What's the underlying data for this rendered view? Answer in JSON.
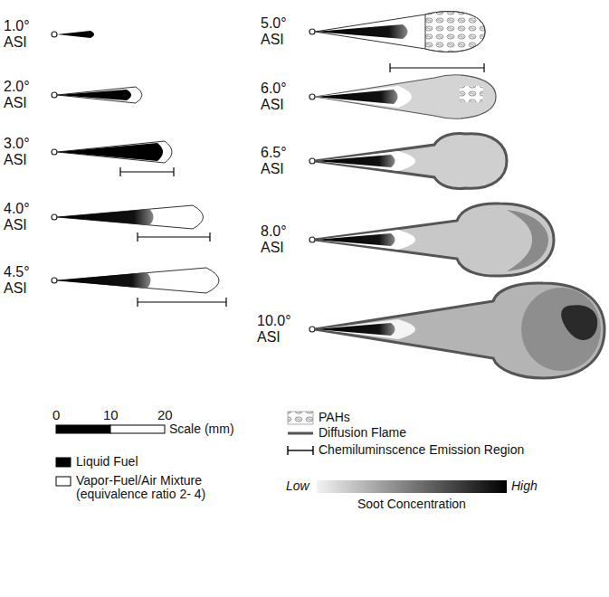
{
  "diagram": {
    "labels": [
      "1.0° ASI",
      "2.0° ASI",
      "3.0° ASI",
      "4.0° ASI",
      "4.5° ASI",
      "5.0° ASI",
      "6.0° ASI",
      "6.5° ASI",
      "8.0° ASI",
      "10.0° ASI",
      "0",
      "10",
      "20",
      "Scale (mm)",
      "Low",
      "High"
    ],
    "legend": [
      {
        "text": "PAHs"
      },
      {
        "text": "Diffusion Flame"
      },
      {
        "text": "Chemiluminscence Emission Region"
      },
      {
        "text": "Liquid Fuel",
        "color": "#000000"
      },
      {
        "text": "Vapor-Fuel/Air Mixture (equivalence ratio 2- 4)",
        "color": "#ffffff"
      },
      {
        "text": "Soot Concentration"
      }
    ]
  }
}
